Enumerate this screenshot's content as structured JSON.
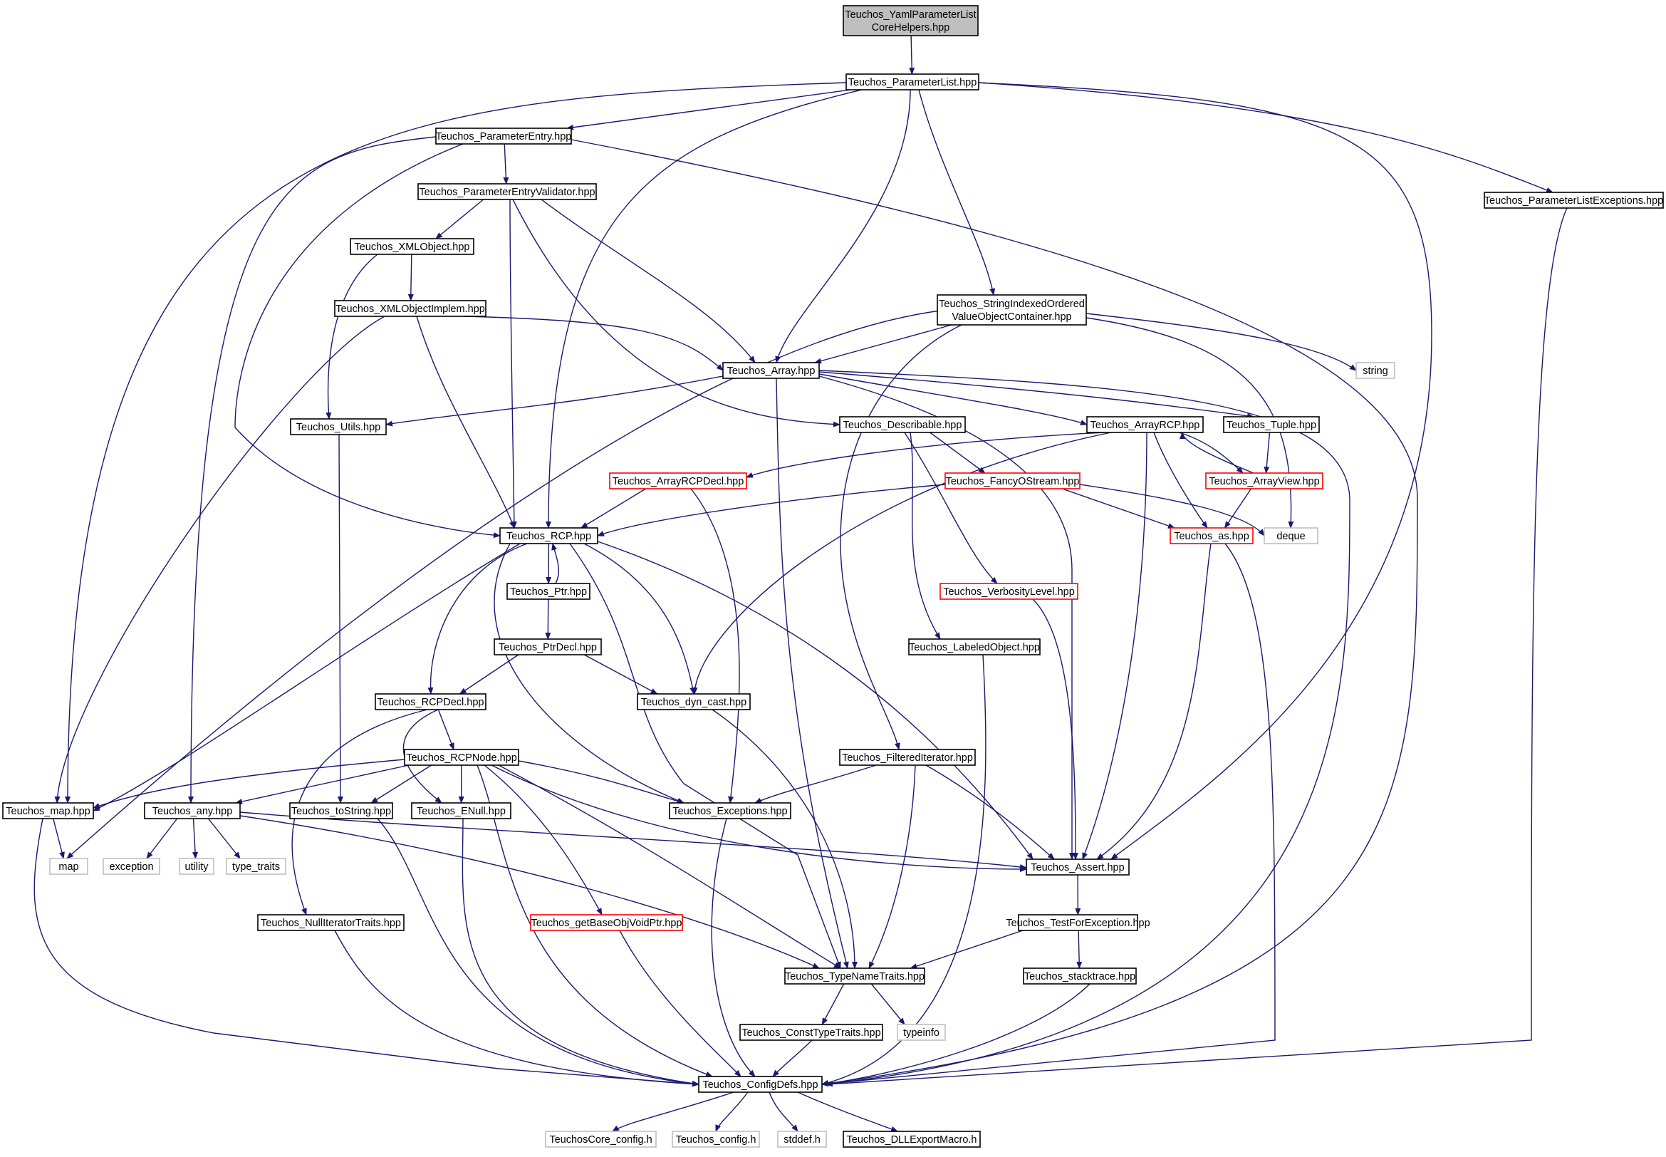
{
  "diagram": {
    "type": "include-dependency-graph",
    "colors": {
      "edge": "#191970",
      "root_fill": "#bfbfbf",
      "normal_border": "#000000",
      "truncated_border": "#ff0000",
      "system_border": "#bfbfbf"
    },
    "nodes": [
      {
        "id": "root",
        "lines": [
          "Teuchos_YamlParameterList",
          "CoreHelpers.hpp"
        ],
        "kind": "root"
      },
      {
        "id": "plist",
        "lines": [
          "Teuchos_ParameterList.hpp"
        ],
        "kind": "normal"
      },
      {
        "id": "pentry",
        "lines": [
          "Teuchos_ParameterEntry.hpp"
        ],
        "kind": "normal"
      },
      {
        "id": "plistexc",
        "lines": [
          "Teuchos_ParameterListExceptions.hpp"
        ],
        "kind": "normal"
      },
      {
        "id": "pev",
        "lines": [
          "Teuchos_ParameterEntryValidator.hpp"
        ],
        "kind": "normal"
      },
      {
        "id": "xmlobj",
        "lines": [
          "Teuchos_XMLObject.hpp"
        ],
        "kind": "normal"
      },
      {
        "id": "xmlimpl",
        "lines": [
          "Teuchos_XMLObjectImplem.hpp"
        ],
        "kind": "normal"
      },
      {
        "id": "sioc",
        "lines": [
          "Teuchos_StringIndexedOrdered",
          "ValueObjectContainer.hpp"
        ],
        "kind": "normal"
      },
      {
        "id": "string",
        "lines": [
          "string"
        ],
        "kind": "system"
      },
      {
        "id": "array",
        "lines": [
          "Teuchos_Array.hpp"
        ],
        "kind": "normal"
      },
      {
        "id": "utils",
        "lines": [
          "Teuchos_Utils.hpp"
        ],
        "kind": "normal"
      },
      {
        "id": "describ",
        "lines": [
          "Teuchos_Describable.hpp"
        ],
        "kind": "normal"
      },
      {
        "id": "arcp",
        "lines": [
          "Teuchos_ArrayRCP.hpp"
        ],
        "kind": "normal"
      },
      {
        "id": "tuple",
        "lines": [
          "Teuchos_Tuple.hpp"
        ],
        "kind": "normal"
      },
      {
        "id": "arcpdecl",
        "lines": [
          "Teuchos_ArrayRCPDecl.hpp"
        ],
        "kind": "truncated"
      },
      {
        "id": "fancy",
        "lines": [
          "Teuchos_FancyOStream.hpp"
        ],
        "kind": "truncated"
      },
      {
        "id": "aview",
        "lines": [
          "Teuchos_ArrayView.hpp"
        ],
        "kind": "truncated"
      },
      {
        "id": "rcp",
        "lines": [
          "Teuchos_RCP.hpp"
        ],
        "kind": "normal"
      },
      {
        "id": "as",
        "lines": [
          "Teuchos_as.hpp"
        ],
        "kind": "truncated"
      },
      {
        "id": "deque",
        "lines": [
          "deque"
        ],
        "kind": "system"
      },
      {
        "id": "ptr",
        "lines": [
          "Teuchos_Ptr.hpp"
        ],
        "kind": "normal"
      },
      {
        "id": "verb",
        "lines": [
          "Teuchos_VerbosityLevel.hpp"
        ],
        "kind": "truncated"
      },
      {
        "id": "ptrdecl",
        "lines": [
          "Teuchos_PtrDecl.hpp"
        ],
        "kind": "normal"
      },
      {
        "id": "labeled",
        "lines": [
          "Teuchos_LabeledObject.hpp"
        ],
        "kind": "normal"
      },
      {
        "id": "rcpdecl",
        "lines": [
          "Teuchos_RCPDecl.hpp"
        ],
        "kind": "normal"
      },
      {
        "id": "dyncast",
        "lines": [
          "Teuchos_dyn_cast.hpp"
        ],
        "kind": "normal"
      },
      {
        "id": "rcpnode",
        "lines": [
          "Teuchos_RCPNode.hpp"
        ],
        "kind": "normal"
      },
      {
        "id": "filtered",
        "lines": [
          "Teuchos_FilteredIterator.hpp"
        ],
        "kind": "normal"
      },
      {
        "id": "map",
        "lines": [
          "Teuchos_map.hpp"
        ],
        "kind": "normal"
      },
      {
        "id": "any",
        "lines": [
          "Teuchos_any.hpp"
        ],
        "kind": "normal"
      },
      {
        "id": "tostring",
        "lines": [
          "Teuchos_toString.hpp"
        ],
        "kind": "normal"
      },
      {
        "id": "enull",
        "lines": [
          "Teuchos_ENull.hpp"
        ],
        "kind": "normal"
      },
      {
        "id": "exceptions",
        "lines": [
          "Teuchos_Exceptions.hpp"
        ],
        "kind": "normal"
      },
      {
        "id": "assert",
        "lines": [
          "Teuchos_Assert.hpp"
        ],
        "kind": "normal"
      },
      {
        "id": "smap",
        "lines": [
          "map"
        ],
        "kind": "system"
      },
      {
        "id": "exception",
        "lines": [
          "exception"
        ],
        "kind": "system"
      },
      {
        "id": "utility",
        "lines": [
          "utility"
        ],
        "kind": "system"
      },
      {
        "id": "typetraits",
        "lines": [
          "type_traits"
        ],
        "kind": "system"
      },
      {
        "id": "nulliter",
        "lines": [
          "Teuchos_NullIteratorTraits.hpp"
        ],
        "kind": "normal"
      },
      {
        "id": "getbase",
        "lines": [
          "Teuchos_getBaseObjVoidPtr.hpp"
        ],
        "kind": "truncated"
      },
      {
        "id": "testforexc",
        "lines": [
          "Teuchos_TestForException.hpp"
        ],
        "kind": "normal"
      },
      {
        "id": "typename",
        "lines": [
          "Teuchos_TypeNameTraits.hpp"
        ],
        "kind": "normal"
      },
      {
        "id": "stacktrace",
        "lines": [
          "Teuchos_stacktrace.hpp"
        ],
        "kind": "normal"
      },
      {
        "id": "consttype",
        "lines": [
          "Teuchos_ConstTypeTraits.hpp"
        ],
        "kind": "normal"
      },
      {
        "id": "typeinfo",
        "lines": [
          "typeinfo"
        ],
        "kind": "system"
      },
      {
        "id": "configdefs",
        "lines": [
          "Teuchos_ConfigDefs.hpp"
        ],
        "kind": "normal"
      },
      {
        "id": "corecfg",
        "lines": [
          "TeuchosCore_config.h"
        ],
        "kind": "system"
      },
      {
        "id": "tconfig",
        "lines": [
          "Teuchos_config.h"
        ],
        "kind": "system"
      },
      {
        "id": "stddef",
        "lines": [
          "stddef.h"
        ],
        "kind": "system"
      },
      {
        "id": "dllexport",
        "lines": [
          "Teuchos_DLLExportMacro.h"
        ],
        "kind": "normal"
      }
    ],
    "edges": [
      [
        "root",
        "plist"
      ],
      [
        "plist",
        "pentry"
      ],
      [
        "plist",
        "map"
      ],
      [
        "plist",
        "rcp"
      ],
      [
        "plist",
        "array"
      ],
      [
        "plist",
        "sioc"
      ],
      [
        "plist",
        "assert"
      ],
      [
        "plist",
        "plistexc"
      ],
      [
        "pentry",
        "pev"
      ],
      [
        "pentry",
        "any"
      ],
      [
        "pentry",
        "rcp"
      ],
      [
        "pentry",
        "configdefs"
      ],
      [
        "plistexc",
        "configdefs"
      ],
      [
        "pev",
        "xmlobj"
      ],
      [
        "pev",
        "rcp"
      ],
      [
        "pev",
        "array"
      ],
      [
        "pev",
        "describ"
      ],
      [
        "xmlobj",
        "xmlimpl"
      ],
      [
        "xmlobj",
        "utils"
      ],
      [
        "xmlimpl",
        "map"
      ],
      [
        "xmlimpl",
        "rcp"
      ],
      [
        "xmlimpl",
        "array"
      ],
      [
        "sioc",
        "array"
      ],
      [
        "sioc",
        "smap"
      ],
      [
        "sioc",
        "filtered"
      ],
      [
        "sioc",
        "deque"
      ],
      [
        "sioc",
        "string"
      ],
      [
        "array",
        "utils"
      ],
      [
        "array",
        "arcp"
      ],
      [
        "array",
        "tuple"
      ],
      [
        "array",
        "assert"
      ],
      [
        "array",
        "typename"
      ],
      [
        "array",
        "configdefs"
      ],
      [
        "utils",
        "tostring"
      ],
      [
        "describ",
        "fancy"
      ],
      [
        "describ",
        "labeled"
      ],
      [
        "describ",
        "verb"
      ],
      [
        "arcp",
        "arcpdecl"
      ],
      [
        "arcp",
        "aview"
      ],
      [
        "arcp",
        "as"
      ],
      [
        "arcp",
        "assert"
      ],
      [
        "arcp",
        "dyncast"
      ],
      [
        "tuple",
        "aview"
      ],
      [
        "arcpdecl",
        "rcp"
      ],
      [
        "arcpdecl",
        "exceptions"
      ],
      [
        "fancy",
        "rcp"
      ],
      [
        "fancy",
        "as"
      ],
      [
        "fancy",
        "deque"
      ],
      [
        "aview",
        "arcp"
      ],
      [
        "aview",
        "as"
      ],
      [
        "rcp",
        "ptr"
      ],
      [
        "rcp",
        "rcpdecl"
      ],
      [
        "rcp",
        "dyncast"
      ],
      [
        "rcp",
        "map"
      ],
      [
        "rcp",
        "exceptions"
      ],
      [
        "rcp",
        "assert"
      ],
      [
        "rcp",
        "typename"
      ],
      [
        "ptr",
        "rcp"
      ],
      [
        "ptr",
        "ptrdecl"
      ],
      [
        "ptrdecl",
        "rcpdecl"
      ],
      [
        "ptrdecl",
        "dyncast"
      ],
      [
        "rcpdecl",
        "rcpnode"
      ],
      [
        "rcpdecl",
        "enull"
      ],
      [
        "rcpdecl",
        "nulliter"
      ],
      [
        "rcpnode",
        "map"
      ],
      [
        "rcpnode",
        "any"
      ],
      [
        "rcpnode",
        "tostring"
      ],
      [
        "rcpnode",
        "enull"
      ],
      [
        "rcpnode",
        "exceptions"
      ],
      [
        "rcpnode",
        "getbase"
      ],
      [
        "rcpnode",
        "typename"
      ],
      [
        "rcpnode",
        "assert"
      ],
      [
        "rcpnode",
        "configdefs"
      ],
      [
        "dyncast",
        "typename"
      ],
      [
        "filtered",
        "exceptions"
      ],
      [
        "filtered",
        "assert"
      ],
      [
        "filtered",
        "typename"
      ],
      [
        "map",
        "smap"
      ],
      [
        "map",
        "configdefs"
      ],
      [
        "any",
        "exception"
      ],
      [
        "any",
        "utility"
      ],
      [
        "any",
        "typetraits"
      ],
      [
        "any",
        "assert"
      ],
      [
        "any",
        "typename"
      ],
      [
        "tostring",
        "configdefs"
      ],
      [
        "enull",
        "configdefs"
      ],
      [
        "exceptions",
        "configdefs"
      ],
      [
        "as",
        "assert"
      ],
      [
        "as",
        "configdefs"
      ],
      [
        "verb",
        "assert"
      ],
      [
        "labeled",
        "configdefs"
      ],
      [
        "assert",
        "testforexc"
      ],
      [
        "testforexc",
        "typename"
      ],
      [
        "testforexc",
        "stacktrace"
      ],
      [
        "stacktrace",
        "configdefs"
      ],
      [
        "nulliter",
        "configdefs"
      ],
      [
        "getbase",
        "configdefs"
      ],
      [
        "typename",
        "consttype"
      ],
      [
        "typename",
        "typeinfo"
      ],
      [
        "consttype",
        "configdefs"
      ],
      [
        "configdefs",
        "corecfg"
      ],
      [
        "configdefs",
        "tconfig"
      ],
      [
        "configdefs",
        "stddef"
      ],
      [
        "configdefs",
        "dllexport"
      ]
    ]
  }
}
